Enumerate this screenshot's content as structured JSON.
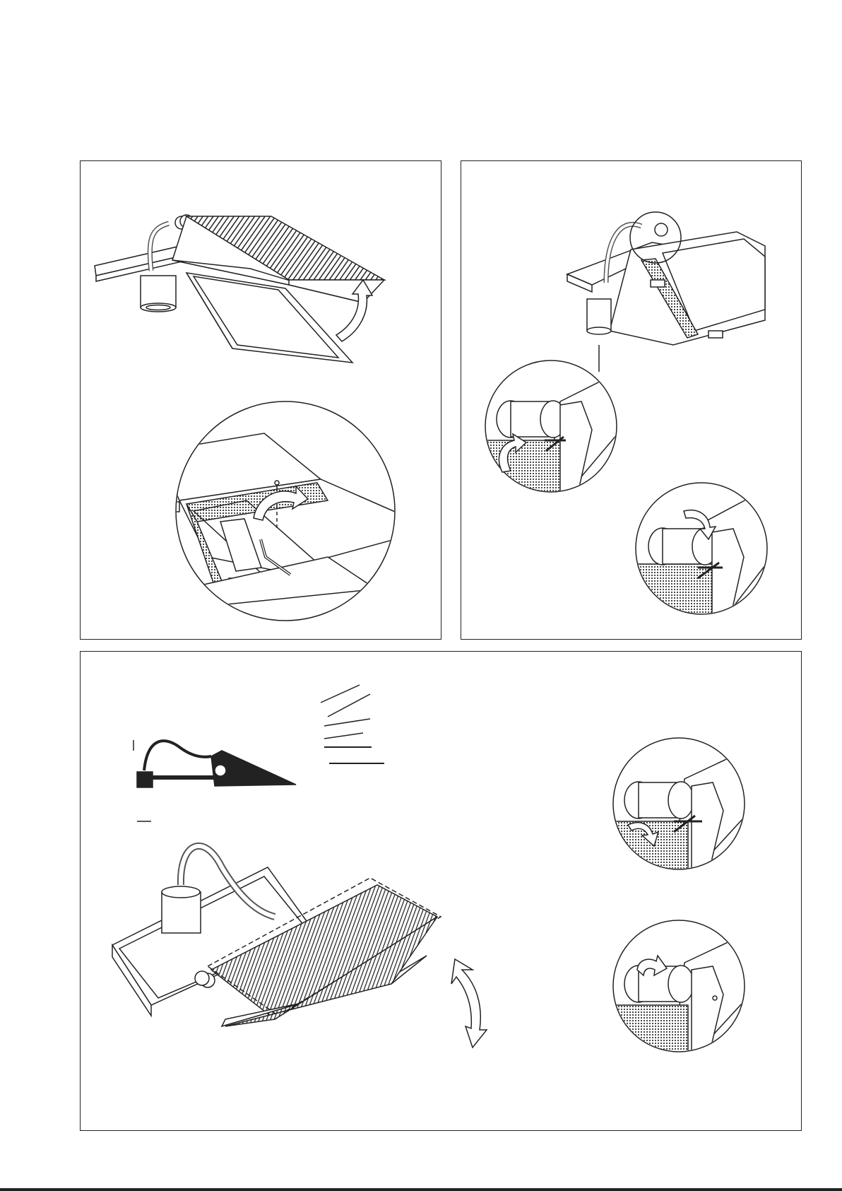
{
  "page": {
    "kind": "installation-instructions-illustration",
    "panels": [
      {
        "id": "panel-a",
        "content": "luminaire-open-hatch-with-hex-key-detail"
      },
      {
        "id": "panel-b",
        "content": "pivot-joint-hex-screw-loosen-tighten-details"
      },
      {
        "id": "panel-c",
        "content": "tilt-angle-adjustment-with-pivot-details"
      }
    ]
  },
  "icons": {
    "rotate_up_arrow": "curved-arrow-up-icon",
    "rotate_ccw_arrow": "curved-arrow-icon",
    "tilt_arrow": "double-curved-arrow-icon",
    "hex_key": "hex-key-icon",
    "light_rays": "light-rays-icon"
  },
  "colors": {
    "line": "#222222",
    "background": "#ffffff",
    "hatch": "#2a2a2a"
  }
}
